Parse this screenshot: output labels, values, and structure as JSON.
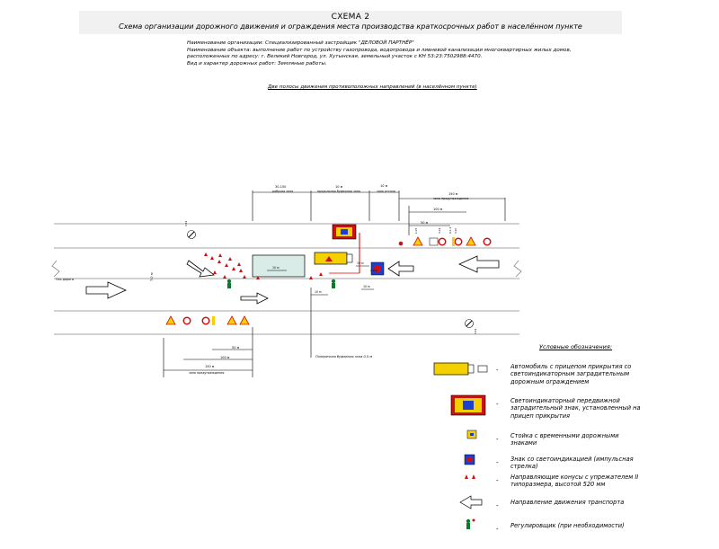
{
  "header": {
    "title": "СХЕМА 2",
    "subtitle": "Схема организации дорожного движения и ограждения места производства краткосрочных работ в населённом пункте"
  },
  "info": {
    "line1": "Наименование организации: Специализированный застройщик \"ДЕЛОВОЙ ПАРТНЁР\"",
    "line2": "Наименование объекта: выполнение работ по устройству газопровода, водопровода и ливневой канализации многоквартирных жилых домов,",
    "line3": "расположенных по адресу: г. Великий Новгород, ул. Хутынская, земельный участок с КН 53:23:7502988:4470.",
    "line4": "Вид и характер дорожных работ: Земляные работы."
  },
  "caption": "Две полосы движения противоположных направлений (в населённом пункте)",
  "dimensions": {
    "work_zone_len": "30-150",
    "work_zone": "рабочая зона",
    "long_buffer_len": "10 м",
    "long_buffer": "продольная буферная зона",
    "taper_len": "10 м",
    "taper": "зона отгона",
    "warn_len": "150 м",
    "warn": "зона предупреждения",
    "sub_100": "100 м",
    "sub_50": "50 м",
    "bot_50": "50 м",
    "bot_100": "100 м",
    "bot_150": "150 м",
    "bot_warn": "зона предупреждения",
    "lane_width": "7,0 м",
    "dim_10a": "10 м",
    "dim_10b": "10 м",
    "dim_10c": "10 м",
    "dim_10d": "10 м",
    "transverse_buffer": "Поперечная буферная зона 0,5 м",
    "axis_label": "Ось дороги"
  },
  "signs": {
    "s_1_25": "1.25",
    "s_3_24": "3.24",
    "s_3_20": "3.20",
    "s_8_2_1": "8.2.1",
    "s_4_2_1": "4.2.1",
    "s_3_31": "3.31",
    "s_3_31b": "3.31"
  },
  "legend": {
    "title": "Условные обозначения:",
    "dash": "-",
    "items": [
      "Автомобиль с прицепом прикрытия со светоиндикаторным заградительным дорожным ограждением",
      "Светоиндикаторный передвижной заградительный знак, установленный на прицеп прикрытия",
      "Стойка с временными дорожными знаками",
      "Знак со светоиндикацией (импульсная стрелка)",
      "Направляющие конусы с упрежателем II типоразмера, высотой 520 мм",
      "Направление движения транспорта",
      "Регулировщик (при необходимости)"
    ]
  },
  "colors": {
    "sign_yellow": "#f5d000",
    "sign_red": "#d01010",
    "arrow_blue": "#1c3fd0",
    "work_zone_fill": "#d9ece7",
    "road_line": "#888888",
    "red_line": "#e00000"
  }
}
